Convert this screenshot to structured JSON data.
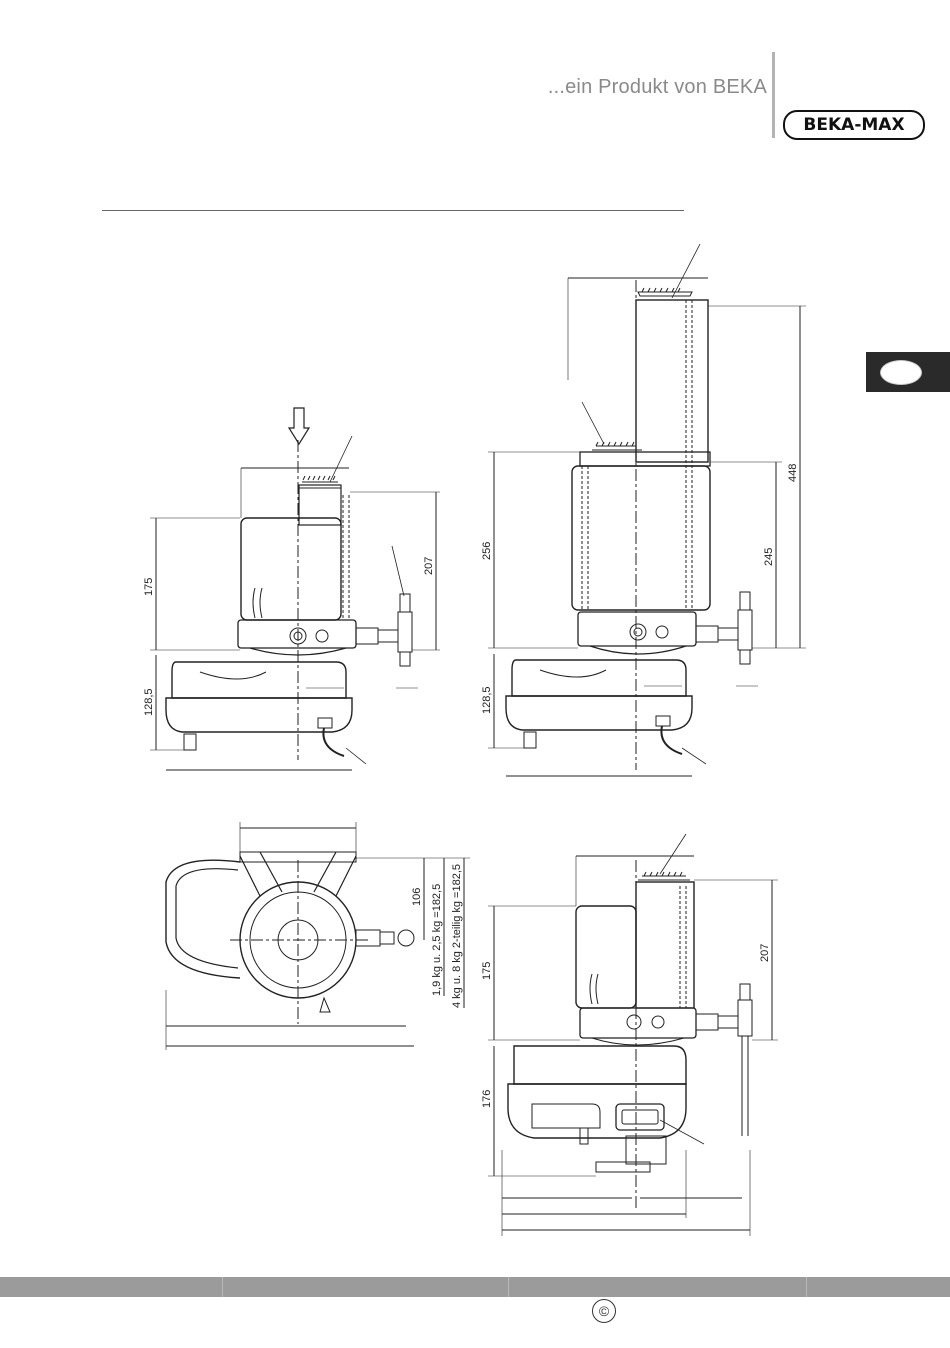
{
  "header": {
    "tagline": "...ein Produkt von BEKA",
    "logo_text": "BEKA-MAX"
  },
  "dimensions": {
    "d175_top": "175",
    "d128_5_left": "128,5",
    "d207_left": "207",
    "d256": "256",
    "d128_5_right": "128,5",
    "d448": "448",
    "d245": "245",
    "d106": "106",
    "note_small": "1,9 kg u. 2,5 kg =182,5",
    "note_large": "4 kg u. 8 kg 2-teilig kg =182,5",
    "d175_bottom": "175",
    "d207_bottom": "207",
    "d176": "176"
  },
  "footer": {
    "copyright_symbol": "©"
  }
}
